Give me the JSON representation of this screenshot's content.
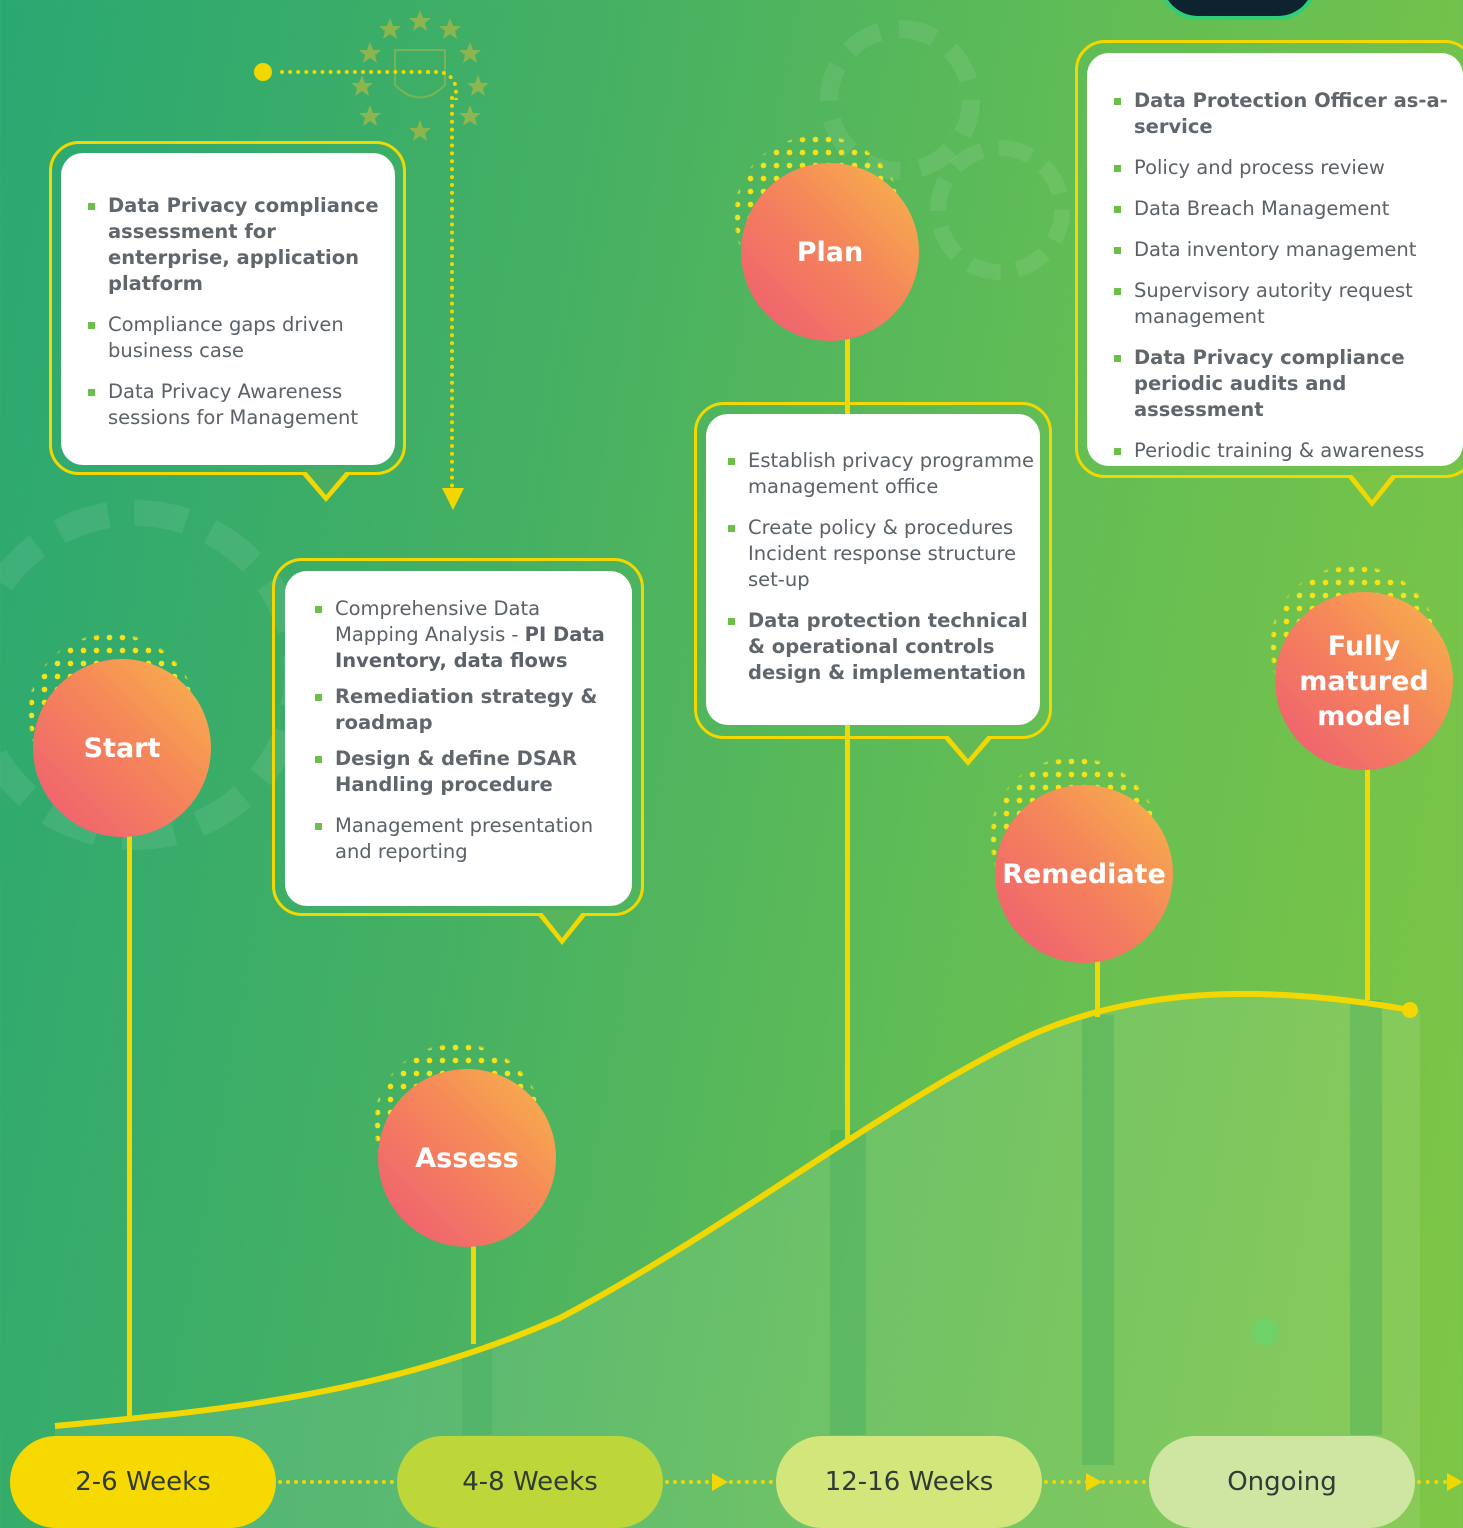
{
  "stages": [
    {
      "id": "start",
      "label": "Start"
    },
    {
      "id": "assess",
      "label": "Assess"
    },
    {
      "id": "plan",
      "label": "Plan"
    },
    {
      "id": "remediate",
      "label": "Remediate"
    },
    {
      "id": "matured",
      "label": "Fully matured model"
    }
  ],
  "timeline": {
    "weeks_2_6": "2-6 Weeks",
    "weeks_4_8": "4-8 Weeks",
    "weeks_12_16": "12-16 Weeks",
    "ongoing": "Ongoing"
  },
  "colors": {
    "accent_yellow": "#f2d800",
    "bubble_orange": "#f7b74a",
    "bubble_pink": "#ee5a74",
    "bullet_green": "#6cc04a"
  },
  "cards": {
    "start": {
      "items": [
        "Data Privacy compliance assessment for enterprise, application platform",
        "Compliance gaps driven business case",
        "Data Privacy Awareness sessions for Management"
      ]
    },
    "assess": {
      "item1_plain": "Comprehensive Data Mapping Analysis - ",
      "item1_bold": "PI Data Inventory, data flows",
      "item2": "Remediation strategy & roadmap",
      "item3": "Design & define DSAR Handling procedure",
      "item4": "Management presentation and reporting"
    },
    "plan": {
      "items": [
        "Establish privacy programme management office",
        "Create policy & procedures Incident response structure set-up",
        "Data protection technical & operational controls design & implementation"
      ]
    },
    "matured": {
      "items": [
        "Data Protection Officer as-a-service",
        "Policy and process review",
        "Data Breach Management",
        "Data inventory management",
        "Supervisory autority request management",
        "Data Privacy compliance periodic audits and assessment",
        "Periodic training & awareness"
      ]
    }
  }
}
